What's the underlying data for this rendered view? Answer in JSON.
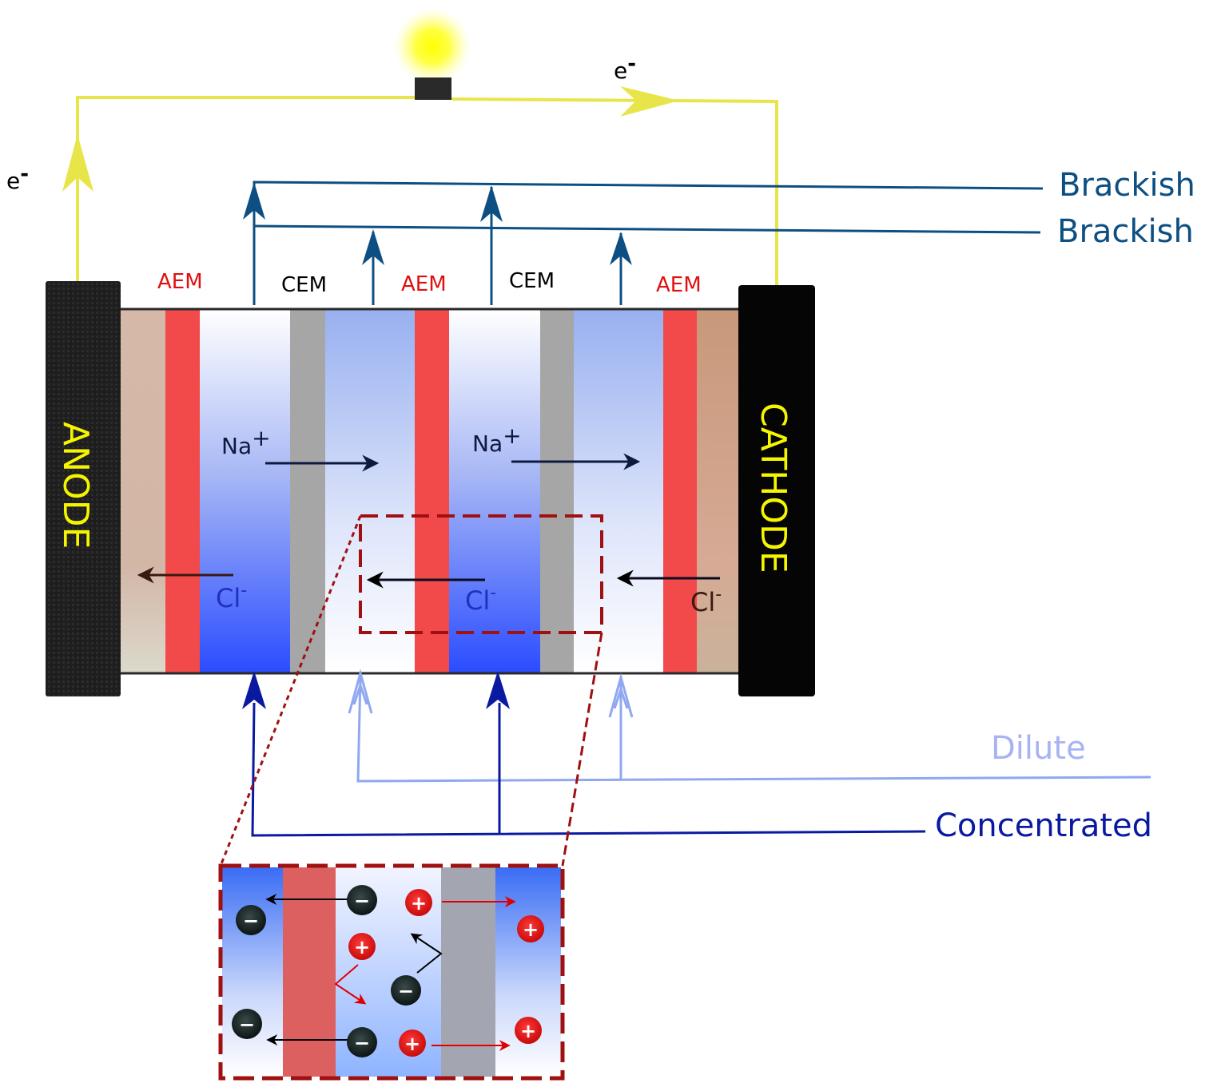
{
  "circuit": {
    "electron_top": "e",
    "electron_left": "e",
    "electron_sup": "-"
  },
  "electrodes": {
    "anode": "ANODE",
    "cathode": "CATHODE"
  },
  "membranes": {
    "aem": "AEM",
    "cem": "CEM"
  },
  "ions": {
    "sodium": "Na",
    "sodium_charge": "+",
    "chloride": "Cl",
    "chloride_charge": "-"
  },
  "streams": {
    "brackish_1": "Brackish",
    "brackish_2": "Brackish",
    "dilute": "Dilute",
    "concentrated": "Concentrated"
  },
  "inset": {
    "minus": "−",
    "plus": "+"
  },
  "colors": {
    "wire": "#e8e54a",
    "aem": "#f24a4a",
    "cem": "#a6a6a6",
    "brackish": "#0d4f82",
    "dilute": "#8fa8f0",
    "concentrated": "#0a1aa0",
    "zoom_box": "#a01010",
    "electrode_text": "#f5f500"
  }
}
